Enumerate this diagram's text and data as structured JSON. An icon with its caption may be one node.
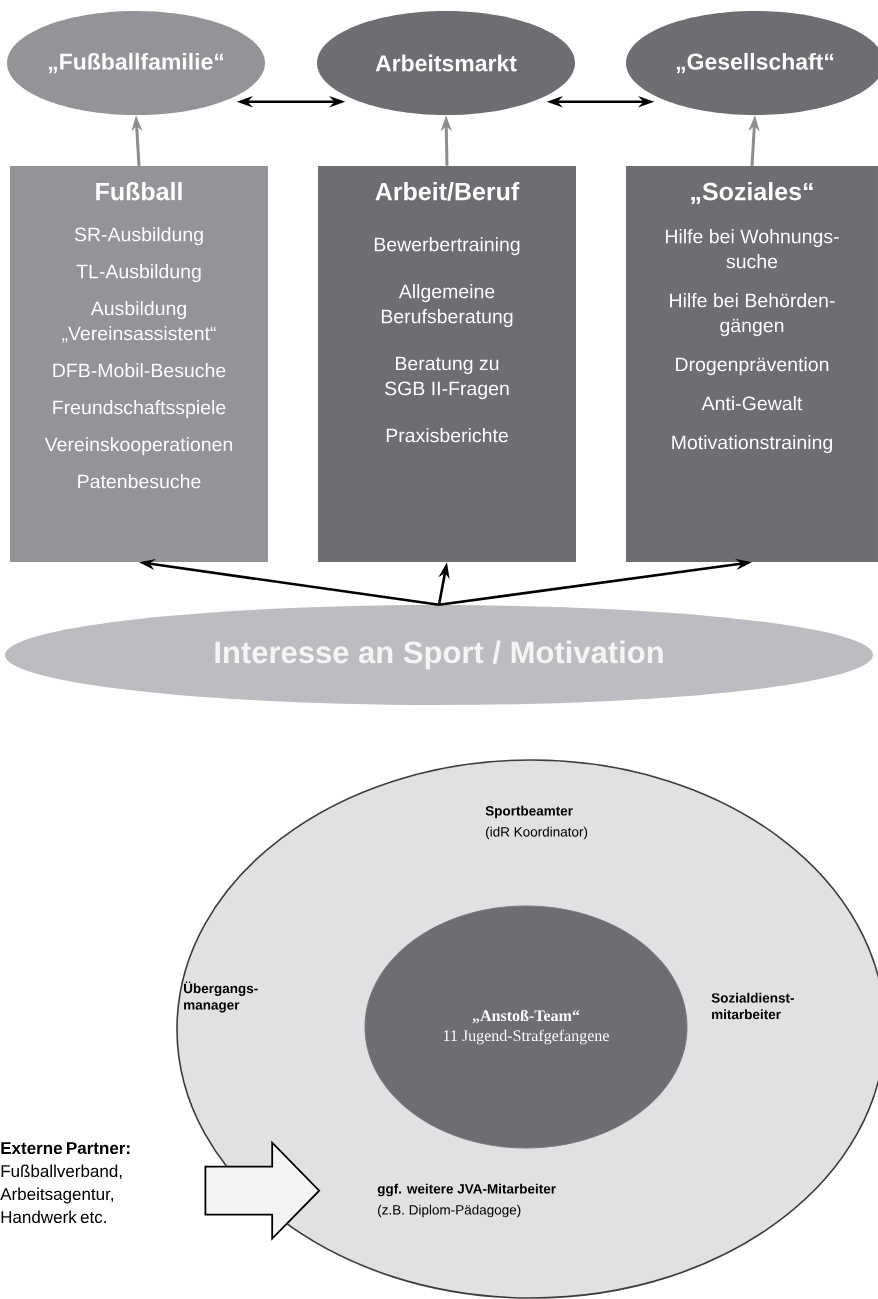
{
  "diagram": {
    "nodes": [
      {
        "text": [
          "„Fußballfamilie“"
        ]
      },
      {
        "text": [
          "Arbeitsmarkt"
        ]
      },
      {
        "text": [
          "„Gesellschaft“"
        ]
      },
      {
        "text": [
          "Fußball",
          "SR-Ausbildung",
          "TL-Ausbildung",
          "Ausbildung „Vereinsassistent“",
          "DFB-Mobil-Besuche",
          "Freundschaftsspiele",
          "Vereinskooperationen",
          "Patenbesuche"
        ]
      },
      {
        "text": [
          "Arbeit/Beruf",
          "Bewerbertraining",
          "Allgemeine Berufsberatung",
          "Beratung zu SGB II-Fragen",
          "Praxisberichte"
        ]
      },
      {
        "text": [
          "„Soziales“",
          "Hilfe bei Wohnungs- suche",
          "Hilfe bei Behörden- gängen",
          "Drogenprävention",
          "Anti-Gewalt",
          "Motivationstraining"
        ]
      },
      {
        "text": [
          "Interesse an Sport / Motivation"
        ]
      },
      {
        "text": [],
        "shape": "ellipse"
      },
      {
        "text": [
          "„Anstoß-Team“",
          "11 Jugend-Strafgefangene"
        ],
        "in": 7
      },
      {
        "text": [
          "Externe Partner:",
          "Fußballverband, Arbeitsagentur, Handwerk etc."
        ]
      }
    ],
    "edges": [
      {
        "from": 3,
        "to": 0,
        "arrow": "to",
        "color": "#8c8d91"
      },
      {
        "from": 4,
        "to": 1,
        "arrow": "to",
        "color": "#8c8d91"
      },
      {
        "from": 5,
        "to": 2,
        "arrow": "to",
        "color": "#8c8d91"
      },
      {
        "from": 0,
        "to": 1,
        "arrow": "both"
      },
      {
        "from": 1,
        "to": 2,
        "arrow": "both"
      },
      {
        "from": 6,
        "to": 3,
        "arrow": "to"
      },
      {
        "from": 6,
        "to": 4,
        "arrow": "to"
      },
      {
        "from": 6,
        "to": 5,
        "arrow": "to"
      },
      {
        "from": 9,
        "to": 7,
        "arrow": "to",
        "style": "thick"
      }
    ],
    "labels": [
      "Sportbeamter",
      "(idR Koordinator)",
      "Übergangs- manager",
      "Sozialdienst- mitarbeiter",
      "ggf. weitere JVA-Mitarbeiter",
      "(z.B. Diplom-Pädagoge)"
    ]
  }
}
